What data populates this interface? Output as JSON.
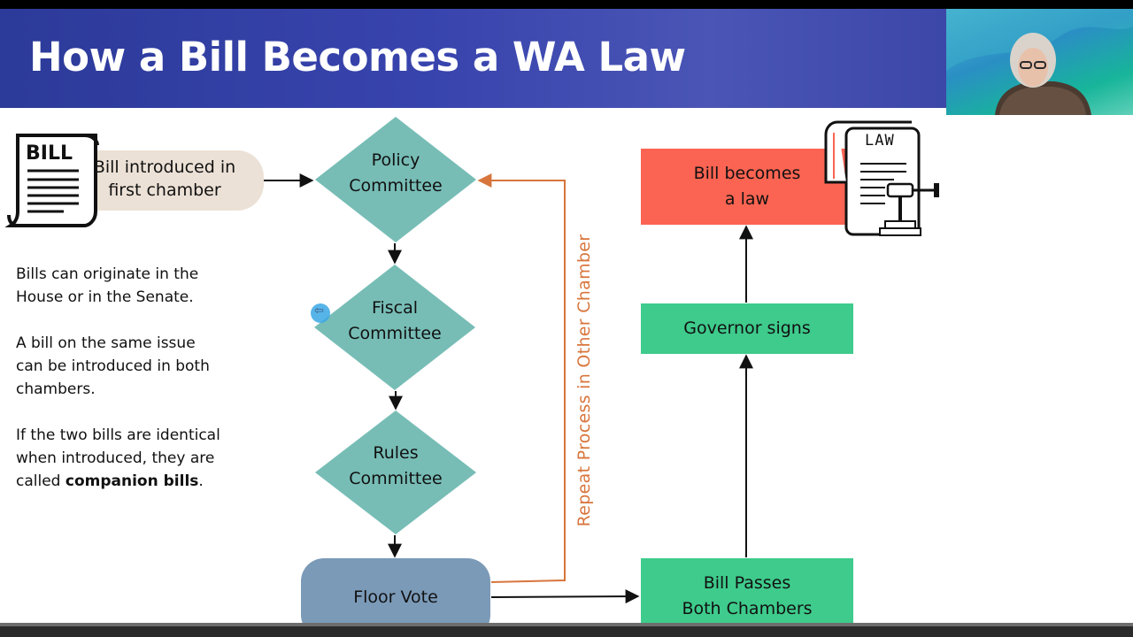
{
  "slide": {
    "title": "How a Bill Becomes a WA Law"
  },
  "diagram": {
    "bill_icon_label": "BILL",
    "law_icon_label": "LAW",
    "nodes": {
      "introduced": {
        "line1": "Bill introduced in",
        "line2": "first chamber"
      },
      "policy": {
        "line1": "Policy",
        "line2": "Committee"
      },
      "fiscal": {
        "line1": "Fiscal",
        "line2": "Committee"
      },
      "rules": {
        "line1": "Rules",
        "line2": "Committee"
      },
      "floor_vote": {
        "label": "Floor Vote"
      },
      "passes": {
        "line1": "Bill Passes",
        "line2": "Both Chambers"
      },
      "governor": {
        "label": "Governor signs"
      },
      "law": {
        "line1": "Bill becomes",
        "line2": "a law"
      }
    },
    "repeat_label": "Repeat Process in Other Chamber"
  },
  "notes": {
    "p1": "Bills can originate in the House or in the Senate.",
    "p2": "A bill on the same issue can be introduced in both chambers.",
    "p3_prefix": "If the two bills are identical when introduced, they are called ",
    "p3_bold": "companion bills",
    "p3_suffix": "."
  },
  "colors": {
    "header_blue": "#3340a6",
    "diamond_teal": "#77bdb6",
    "pill_beige": "#ece1d6",
    "floor_vote_blue": "#7b9ab8",
    "green_box": "#3ecb8c",
    "red_box": "#fb6452",
    "repeat_orange": "#d8753c"
  }
}
